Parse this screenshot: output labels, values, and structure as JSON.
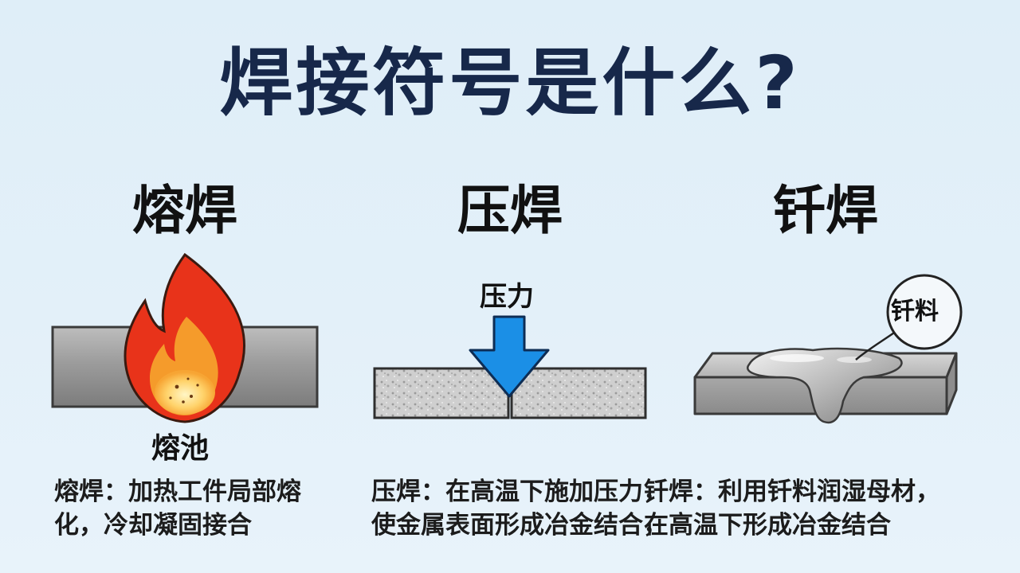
{
  "title": "焊接符号是什么?",
  "columns": [
    {
      "heading": "熔焊",
      "label": "熔池",
      "desc_line1": "熔焊：加热工件局部熔",
      "desc_line2": "化，冷却凝固接合",
      "icon": "flame-icon"
    },
    {
      "heading": "压焊",
      "label": "压力",
      "desc_line1": "压焊：在高温下施加压力，",
      "desc_line2": "使金属表面形成冶金结合，",
      "icon": "down-arrow-icon"
    },
    {
      "heading": "钎焊",
      "label": "钎料",
      "desc_line1": "钎焊：利用钎料润湿母材，",
      "desc_line2": "在高温下形成冶金结合",
      "icon": "solder-drop-icon"
    }
  ],
  "colors": {
    "background": "#e2f0f9",
    "title": "#17284a",
    "metal": "#9a9a9a",
    "flame_outer": "#e8331a",
    "flame_inner": "#f7b33b",
    "arrow": "#1b8fe6"
  }
}
